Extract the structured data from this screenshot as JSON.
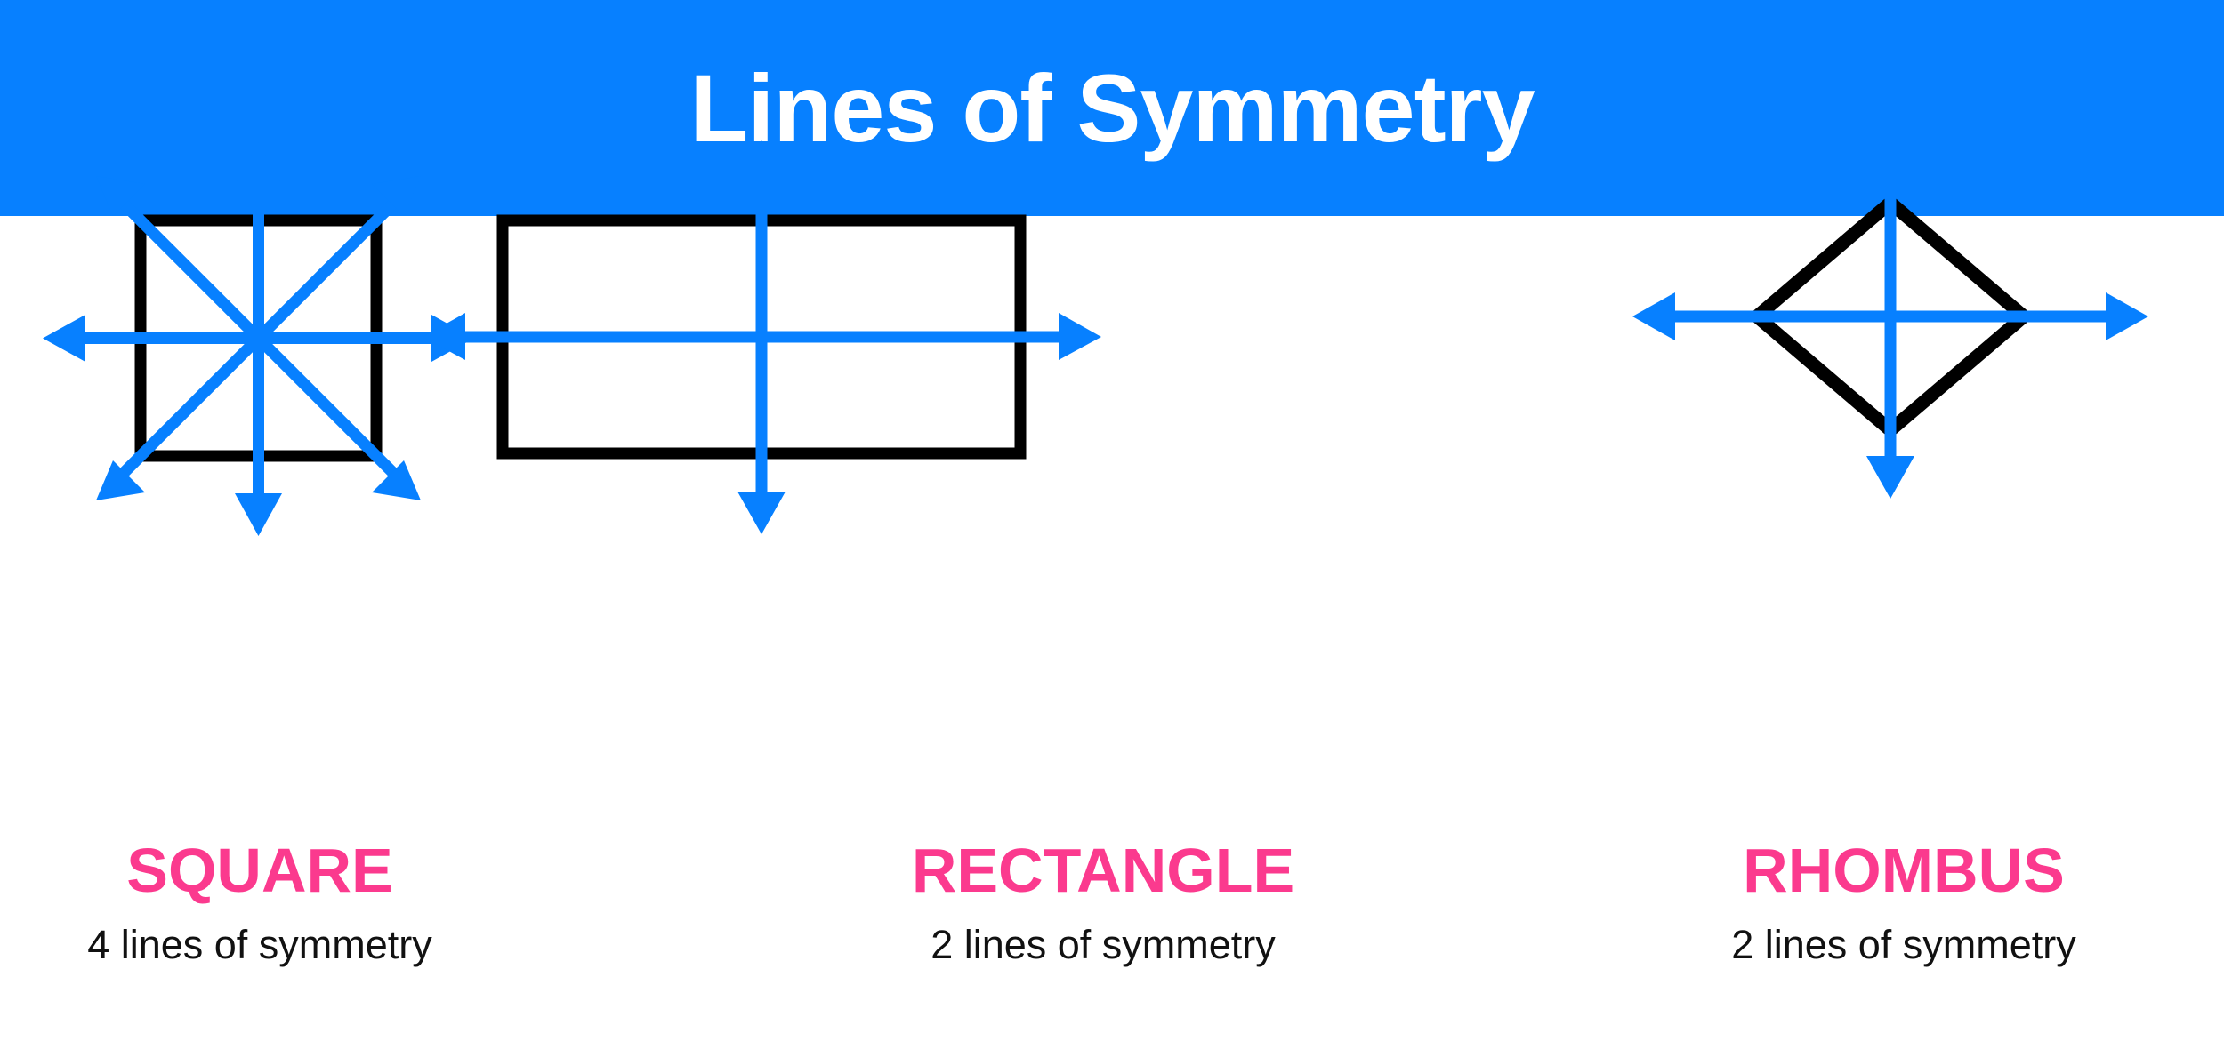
{
  "header": {
    "title": "Lines of Symmetry",
    "background_color": "#0780ff",
    "text_color": "#ffffff"
  },
  "theme": {
    "arrow_color": "#0780ff",
    "shape_stroke_color": "#000000",
    "label_color": "#fb3a8e",
    "sublabel_color": "#111111",
    "background_color": "#ffffff"
  },
  "figures": [
    {
      "id": "square",
      "name": "SQUARE",
      "lines_text": "4 lines of symmetry",
      "lines_count": 4,
      "axes": [
        "vertical",
        "horizontal",
        "diagonal-down-right",
        "diagonal-up-right"
      ]
    },
    {
      "id": "rectangle",
      "name": "RECTANGLE",
      "lines_text": "2 lines of symmetry",
      "lines_count": 2,
      "axes": [
        "vertical",
        "horizontal"
      ]
    },
    {
      "id": "rhombus",
      "name": "RHOMBUS",
      "lines_text": "2 lines of symmetry",
      "lines_count": 2,
      "axes": [
        "vertical",
        "horizontal"
      ]
    }
  ]
}
